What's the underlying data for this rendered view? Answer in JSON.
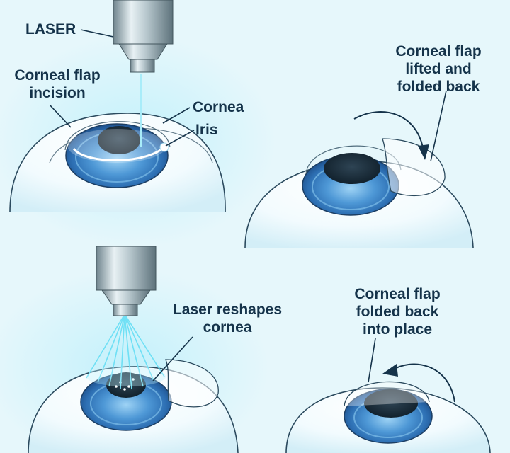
{
  "panel1": {
    "laser": "LASER",
    "flap_incision": [
      "Corneal flap",
      "incision"
    ],
    "cornea": "Cornea",
    "iris": "Iris"
  },
  "panel2": {
    "flap_lifted": [
      "Corneal flap",
      "lifted and",
      "folded back"
    ]
  },
  "panel3": {
    "laser_reshapes": [
      "Laser reshapes",
      "cornea"
    ]
  },
  "panel4": {
    "flap_back": [
      "Corneal flap",
      "folded back",
      "into place"
    ]
  },
  "colors": {
    "background": "#e6f7fb",
    "label_text": "#15334a",
    "iris_blue": "#3b82c4",
    "pupil": "#1f2f3c",
    "laser_beam": "#6fe0f5",
    "device_metal": "#8fa4ad"
  }
}
